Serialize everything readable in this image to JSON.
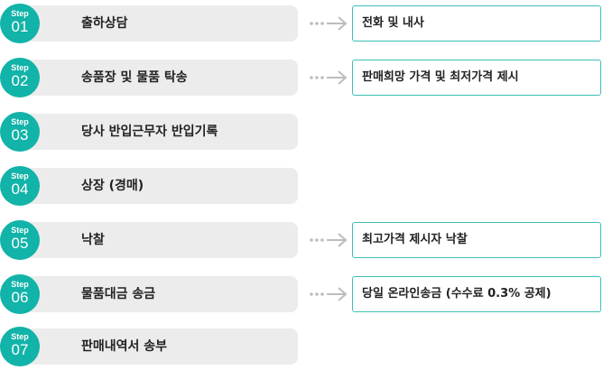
{
  "steps": [
    {
      "step": "Step",
      "num": "01",
      "label": "출하상담",
      "detail": "전화 및 내사"
    },
    {
      "step": "Step",
      "num": "02",
      "label": "송품장 및 물품 탁송",
      "detail": "판매희망 가격 및 최저가격 제시"
    },
    {
      "step": "Step",
      "num": "03",
      "label": "당사 반입근무자 반입기록"
    },
    {
      "step": "Step",
      "num": "04",
      "label": "상장 (경매)"
    },
    {
      "step": "Step",
      "num": "05",
      "label": "낙찰",
      "detail": "최고가격 제시자 낙찰"
    },
    {
      "step": "Step",
      "num": "06",
      "label": "물품대금 송금",
      "detail": "당일 온라인송금 (수수료 0.3% 공제)"
    },
    {
      "step": "Step",
      "num": "07",
      "label": "판매내역서 송부"
    }
  ],
  "colors": {
    "accent": "#12b3a8",
    "bar": "#ececec",
    "arrow": "#bdbdbd"
  }
}
